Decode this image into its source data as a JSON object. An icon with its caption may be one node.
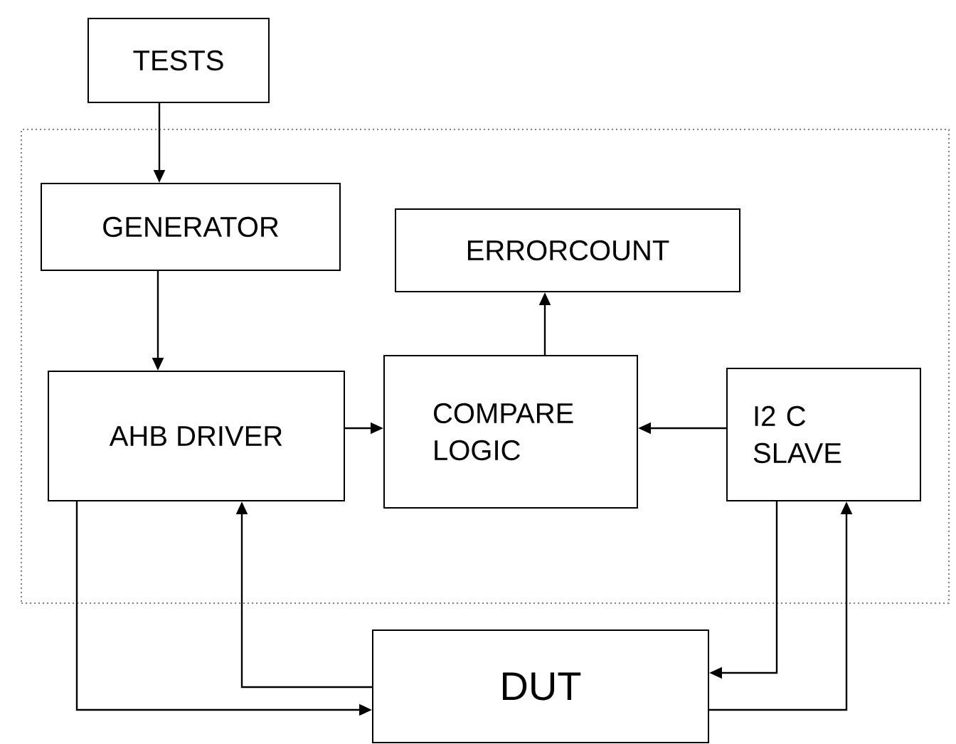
{
  "diagram": {
    "nodes": [
      {
        "text": [],
        "shape": "box"
      },
      {
        "text": [
          "TESTS"
        ]
      },
      {
        "text": [
          "GENERATOR"
        ],
        "in": 0
      },
      {
        "text": [
          "ERRORCOUNT"
        ],
        "in": 0
      },
      {
        "text": [
          "AHB DRIVER"
        ],
        "in": 0
      },
      {
        "text": [
          "COMPARE LOGIC"
        ],
        "in": 0
      },
      {
        "text": [
          "I2 C SLAVE"
        ],
        "in": 0
      },
      {
        "text": [
          "DUT"
        ]
      }
    ],
    "edges": [
      {
        "from": 1,
        "to": 2,
        "arrow": "to"
      },
      {
        "from": 2,
        "to": 4,
        "arrow": "to"
      },
      {
        "from": 4,
        "to": 5,
        "arrow": "to"
      },
      {
        "from": 5,
        "to": 3,
        "arrow": "to"
      },
      {
        "from": 6,
        "to": 5,
        "arrow": "to"
      },
      {
        "from": 4,
        "to": 7,
        "arrow": "to"
      },
      {
        "from": 7,
        "to": 4,
        "arrow": "to"
      },
      {
        "from": 6,
        "to": 7,
        "arrow": "to"
      },
      {
        "from": 7,
        "to": 6,
        "arrow": "to"
      }
    ]
  }
}
